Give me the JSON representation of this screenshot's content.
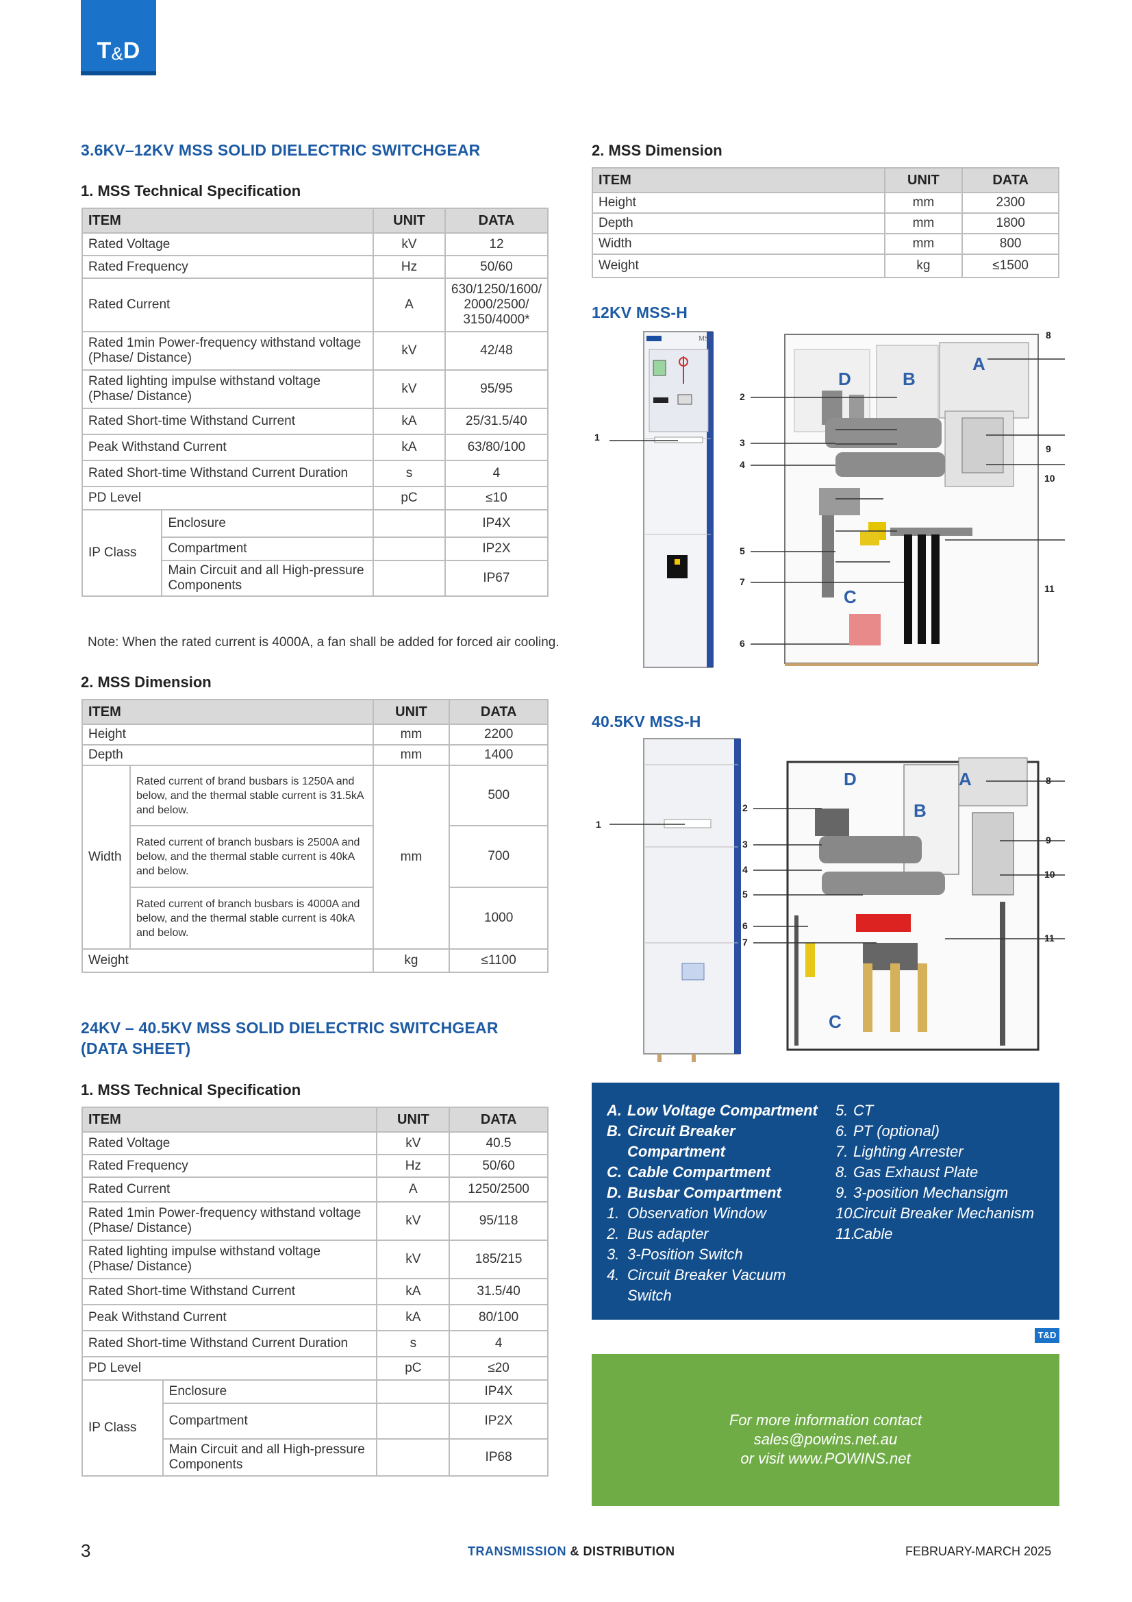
{
  "logo": {
    "t": "T",
    "amp": "&",
    "d": "D"
  },
  "section1": {
    "title": "3.6KV–12KV MSS SOLID DIELECTRIC SWITCHGEAR",
    "spec_heading": "1. MSS Technical Specification",
    "spec_columns": [
      "ITEM",
      "UNIT",
      "DATA"
    ],
    "spec_rows": [
      {
        "item": "Rated Voltage",
        "unit": "kV",
        "data": "12"
      },
      {
        "item": "Rated Frequency",
        "unit": "Hz",
        "data": "50/60"
      },
      {
        "item": "Rated Current",
        "unit": "A",
        "data": "630/1250/1600/\n2000/2500/\n3150/4000*"
      },
      {
        "item": "Rated 1min Power-frequency withstand voltage\n(Phase/ Distance)",
        "unit": "kV",
        "data": "42/48"
      },
      {
        "item": "Rated lighting impulse withstand voltage\n(Phase/ Distance)",
        "unit": "kV",
        "data": "95/95"
      },
      {
        "item": "Rated Short-time Withstand Current",
        "unit": "kA",
        "data": "25/31.5/40"
      },
      {
        "item": "Peak Withstand Current",
        "unit": "kA",
        "data": "63/80/100"
      },
      {
        "item": "Rated Short-time Withstand Current Duration",
        "unit": "s",
        "data": "4"
      },
      {
        "item": "PD Level",
        "unit": "pC",
        "data": "≤10"
      }
    ],
    "ip_class": {
      "label": "IP Class",
      "rows": [
        {
          "sub": "Enclosure",
          "data": "IP4X"
        },
        {
          "sub": "Compartment",
          "data": "IP2X"
        },
        {
          "sub": "Main Circuit and all High-pressure\nComponents",
          "data": "IP67"
        }
      ]
    },
    "note": "Note: When the rated current is 4000A, a fan shall be added for forced air cooling.",
    "dim_heading": "2. MSS Dimension",
    "dim_columns": [
      "ITEM",
      "UNIT",
      "DATA"
    ],
    "dim_rows": [
      {
        "item": "Height",
        "unit": "mm",
        "data": "2200"
      },
      {
        "item": "Depth",
        "unit": "mm",
        "data": "1400"
      }
    ],
    "width": {
      "label": "Width",
      "unit": "mm",
      "rows": [
        {
          "desc": "Rated current of brand busbars is 1250A and below, and the thermal stable current is 31.5kA and below.",
          "data": "500"
        },
        {
          "desc": "Rated current of branch busbars is 2500A and below, and the thermal stable current is 40kA and below.",
          "data": "700"
        },
        {
          "desc": "Rated current of branch busbars is 4000A and below, and the thermal stable current is 40kA and below.",
          "data": "1000"
        }
      ]
    },
    "weight": {
      "item": "Weight",
      "unit": "kg",
      "data": "≤1100"
    }
  },
  "section2": {
    "title_line1": "24KV – 40.5KV MSS SOLID DIELECTRIC SWITCHGEAR",
    "title_line2": "(DATA SHEET)",
    "spec_heading": "1. MSS Technical Specification",
    "spec_columns": [
      "ITEM",
      "UNIT",
      "DATA"
    ],
    "spec_rows": [
      {
        "item": "Rated Voltage",
        "unit": "kV",
        "data": "40.5"
      },
      {
        "item": "Rated Frequency",
        "unit": "Hz",
        "data": "50/60"
      },
      {
        "item": "Rated Current",
        "unit": "A",
        "data": "1250/2500"
      },
      {
        "item": "Rated 1min Power-frequency withstand voltage\n(Phase/ Distance)",
        "unit": "kV",
        "data": "95/118"
      },
      {
        "item": "Rated lighting impulse withstand voltage\n(Phase/ Distance)",
        "unit": "kV",
        "data": "185/215"
      },
      {
        "item": "Rated Short-time Withstand Current",
        "unit": "kA",
        "data": "31.5/40"
      },
      {
        "item": "Peak Withstand Current",
        "unit": "kA",
        "data": "80/100"
      },
      {
        "item": "Rated Short-time Withstand Current Duration",
        "unit": "s",
        "data": "4"
      },
      {
        "item": "PD Level",
        "unit": "pC",
        "data": "≤20"
      }
    ],
    "ip_class": {
      "label": "IP Class",
      "rows": [
        {
          "sub": "Enclosure",
          "data": "IP4X"
        },
        {
          "sub": "Compartment",
          "data": "IP2X"
        },
        {
          "sub": "Main Circuit and all High-pressure\nComponents",
          "data": "IP68"
        }
      ]
    }
  },
  "right": {
    "dim_heading": "2. MSS Dimension",
    "dim_columns": [
      "ITEM",
      "UNIT",
      "DATA"
    ],
    "dim_rows": [
      {
        "item": "Height",
        "unit": "mm",
        "data": "2300"
      },
      {
        "item": "Depth",
        "unit": "mm",
        "data": "1800"
      },
      {
        "item": "Width",
        "unit": "mm",
        "data": "800"
      },
      {
        "item": "Weight",
        "unit": "kg",
        "data": "≤1500"
      }
    ],
    "diagram1_title": "12KV MSS-H",
    "diagram2_title": "40.5KV MSS-H",
    "diagram1_brand": "MSS",
    "diagram1_labels": [
      "1",
      "2",
      "3",
      "4",
      "5",
      "6",
      "7",
      "8",
      "9",
      "10",
      "11"
    ],
    "diagram1_letters": [
      "A",
      "B",
      "C",
      "D"
    ],
    "diagram2_labels": [
      "1",
      "2",
      "3",
      "4",
      "5",
      "6",
      "7",
      "8",
      "9",
      "10",
      "11"
    ],
    "diagram2_letters": [
      "A",
      "B",
      "C",
      "D"
    ]
  },
  "legend": {
    "col1": [
      {
        "k": "A.",
        "v": "Low Voltage Compartment",
        "bold": true
      },
      {
        "k": "B.",
        "v": "Circuit Breaker\nCompartment",
        "bold": true
      },
      {
        "k": "C.",
        "v": "Cable Compartment",
        "bold": true
      },
      {
        "k": "D.",
        "v": "Busbar Compartment",
        "bold": true
      },
      {
        "k": "1.",
        "v": "Observation Window",
        "bold": false
      },
      {
        "k": "2.",
        "v": "Bus adapter",
        "bold": false
      },
      {
        "k": "3.",
        "v": "3-Position Switch",
        "bold": false
      },
      {
        "k": "4.",
        "v": "Circuit Breaker Vacuum\nSwitch",
        "bold": false
      }
    ],
    "col2": [
      {
        "k": "5.",
        "v": "CT"
      },
      {
        "k": "6.",
        "v": "PT (optional)"
      },
      {
        "k": "7.",
        "v": "Lighting Arrester"
      },
      {
        "k": "8.",
        "v": "Gas Exhaust Plate"
      },
      {
        "k": "9.",
        "v": "3-position Mechansigm"
      },
      {
        "k": "10.",
        "v": "Circuit Breaker Mechanism"
      },
      {
        "k": "11.",
        "v": "Cable"
      }
    ]
  },
  "mini_logo": "T&D",
  "contact": {
    "line1": "For more information contact",
    "line2": "sales@powins.net.au",
    "line3": "or visit www.POWINS.net"
  },
  "footer": {
    "page": "3",
    "center_bold": "TRANSMISSION",
    "center_amp": "&",
    "center_rest": "DISTRIBUTION",
    "date": "FEBRUARY-MARCH 2025"
  },
  "colors": {
    "brand_blue": "#1c5aa3",
    "legend_bg": "#134e8c",
    "contact_bg": "#6fac46",
    "header_gray": "#d9d9d9"
  }
}
